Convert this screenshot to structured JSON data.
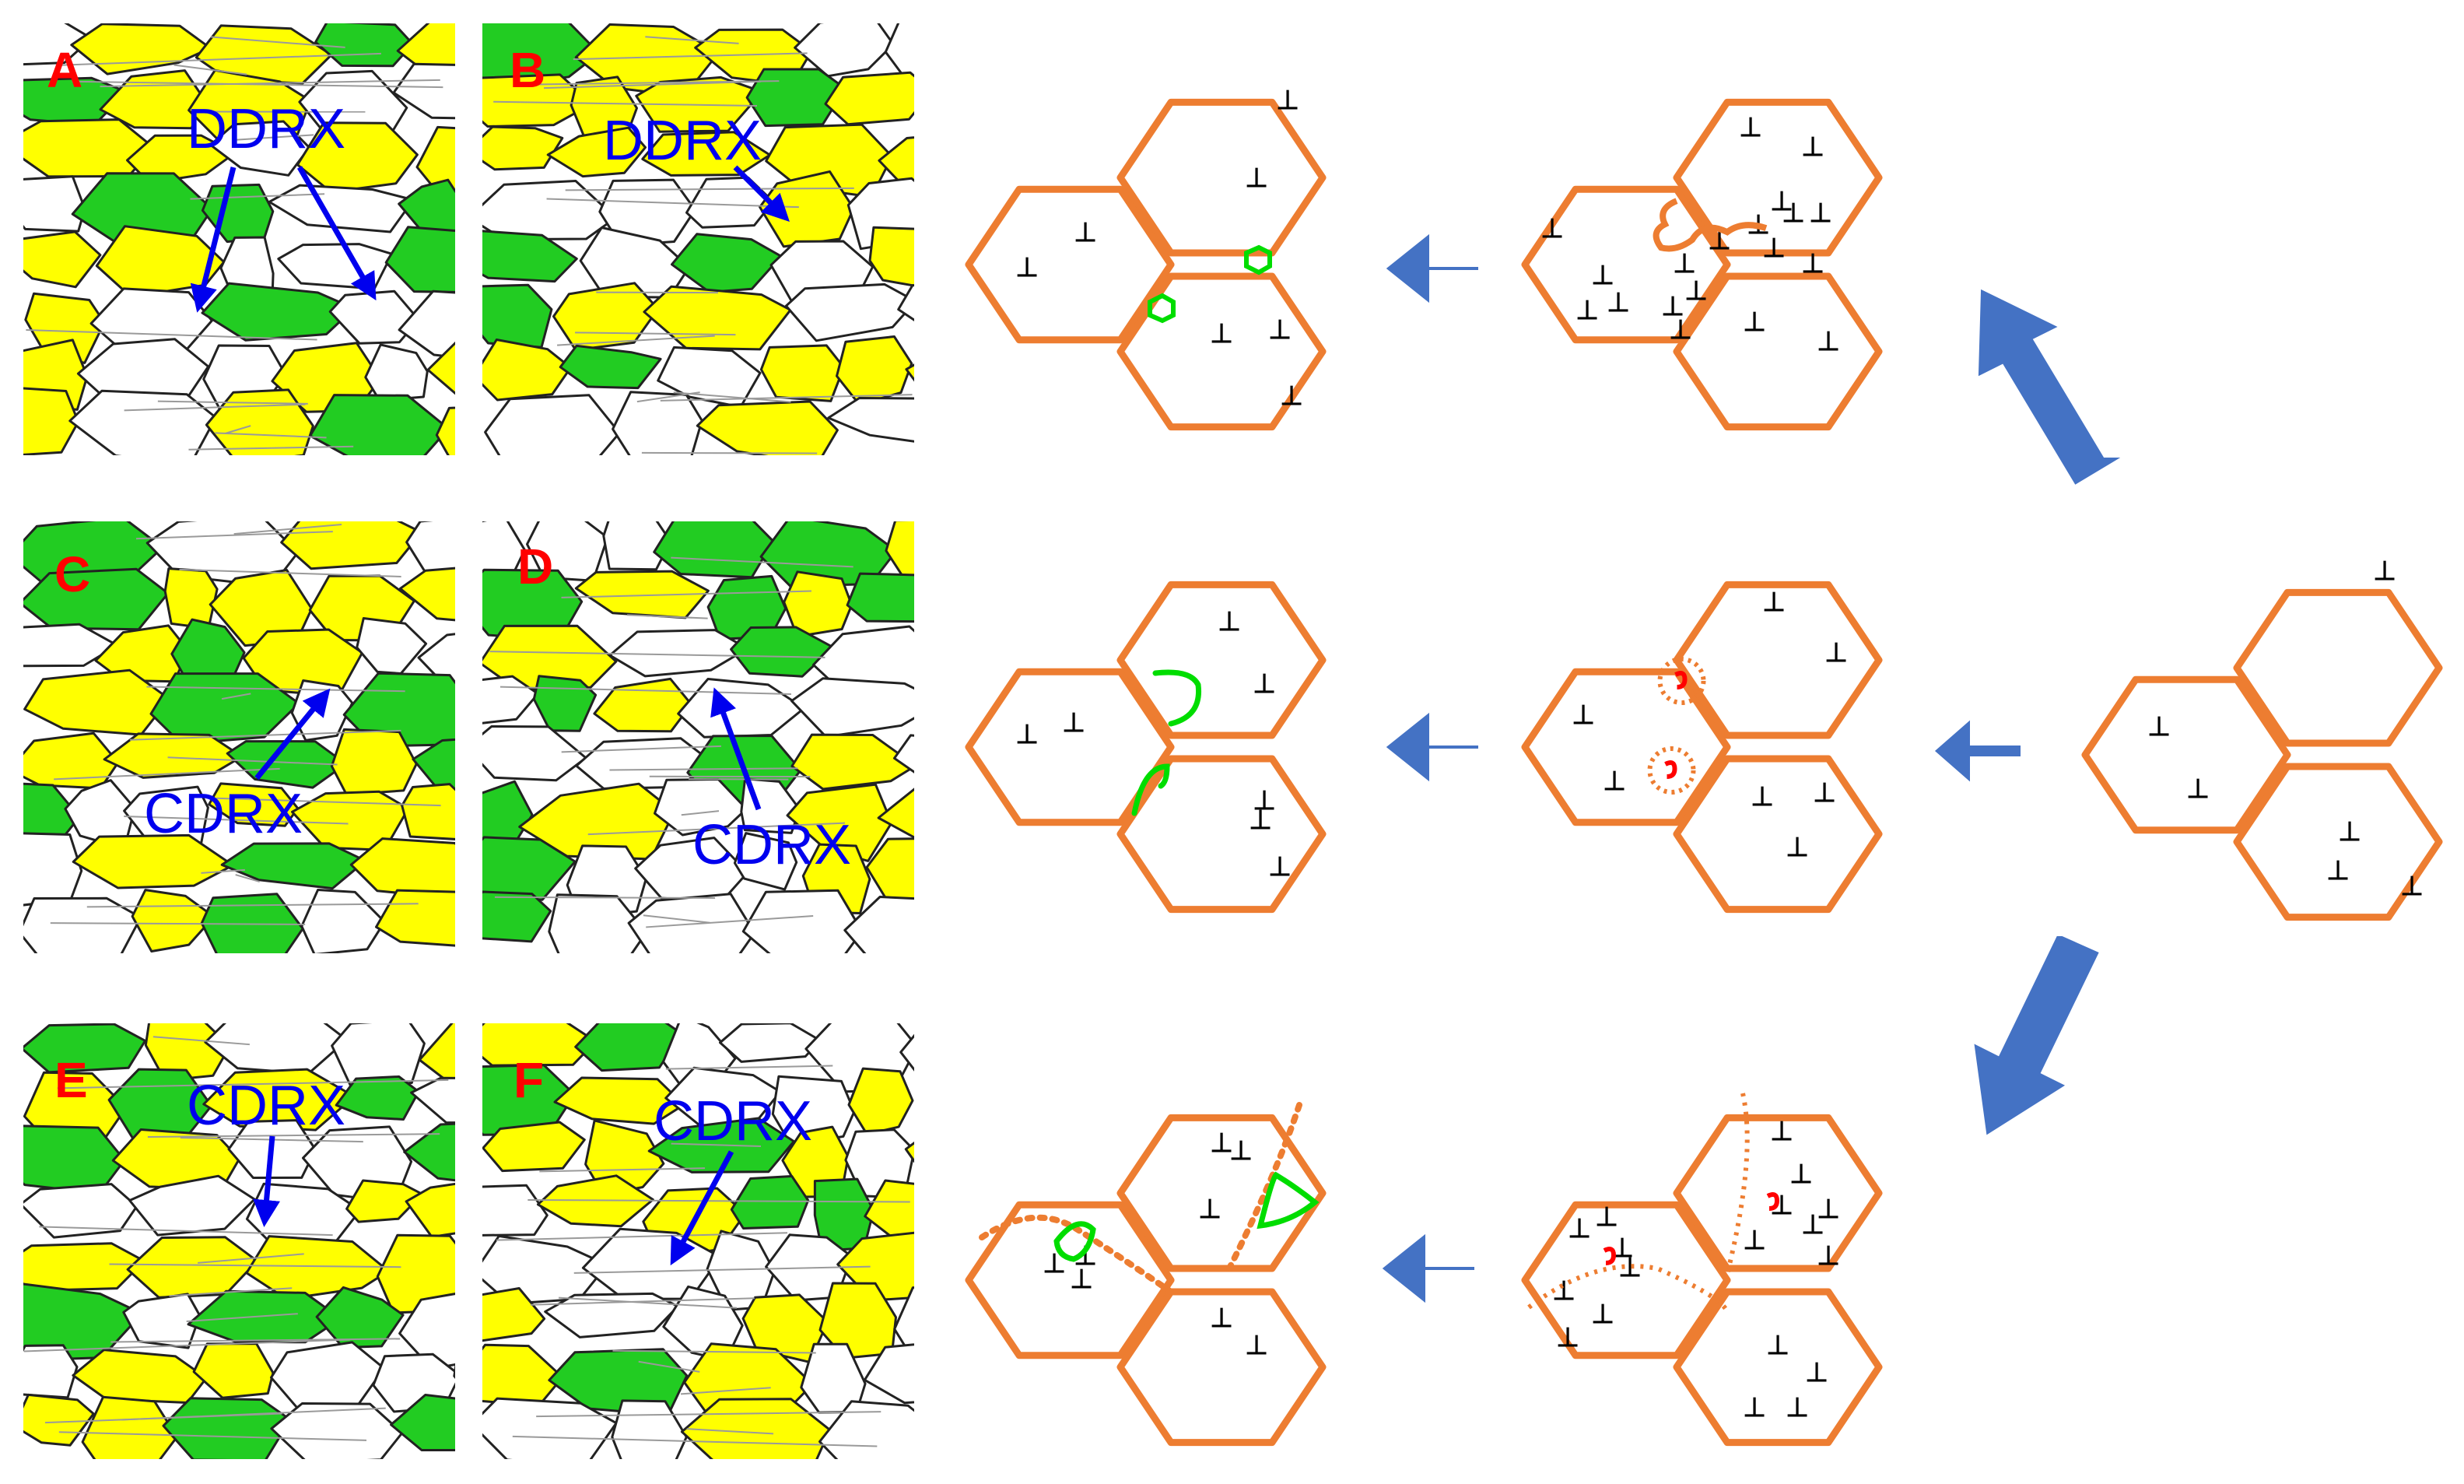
{
  "colors": {
    "yellow": "#ffff00",
    "green": "#22cc22",
    "panel_letter": "#ff0000",
    "annotation": "#0000ee",
    "hex_outline": "#ed7d31",
    "flow_arrow": "#4472c4",
    "new_grain": "#00dd00"
  },
  "panels": [
    {
      "id": "A",
      "letter": "A",
      "annotation": "DDRX"
    },
    {
      "id": "B",
      "letter": "B",
      "annotation": "DDRX"
    },
    {
      "id": "C",
      "letter": "C",
      "annotation": "CDRX"
    },
    {
      "id": "D",
      "letter": "D",
      "annotation": "CDRX"
    },
    {
      "id": "E",
      "letter": "E",
      "annotation": "CDRX"
    },
    {
      "id": "F",
      "letter": "F",
      "annotation": "CDRX"
    }
  ],
  "stages": [
    {
      "id": "initial",
      "dislocation_symbol": "⊥"
    },
    {
      "id": "ddrx-bulging",
      "dislocation_symbol": "⊥"
    },
    {
      "id": "ddrx-nuclei",
      "dislocation_symbol": "⊥"
    },
    {
      "id": "cdrx-subgrain",
      "dislocation_symbol": "⊥"
    },
    {
      "id": "cdrx-grain",
      "dislocation_symbol": "⊥"
    },
    {
      "id": "cdrx-boundary-network",
      "dislocation_symbol": "⊥"
    },
    {
      "id": "cdrx-boundary-grains",
      "dislocation_symbol": "⊥"
    }
  ]
}
